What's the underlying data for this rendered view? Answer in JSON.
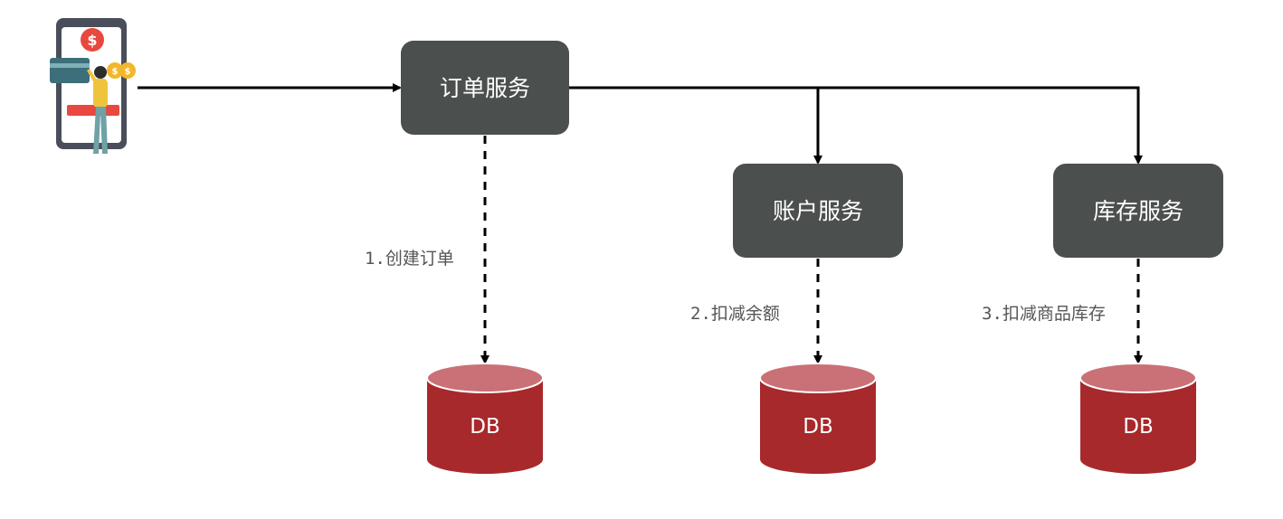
{
  "colors": {
    "service_fill": "#4b4f4e",
    "service_text": "#ffffff",
    "db_body": "#a8292b",
    "db_top": "#c97176",
    "db_rim": "#ffffff",
    "arrow": "#000000",
    "step_text": "#555555"
  },
  "client": {
    "icon": "mobile-payment-user-icon"
  },
  "services": {
    "order": {
      "label": "订单服务"
    },
    "account": {
      "label": "账户服务"
    },
    "inventory": {
      "label": "库存服务"
    }
  },
  "databases": {
    "order": {
      "label": "DB"
    },
    "account": {
      "label": "DB"
    },
    "inventory": {
      "label": "DB"
    }
  },
  "steps": {
    "create_order": {
      "label": "1.创建订单"
    },
    "deduct_balance": {
      "label": "2.扣减余额"
    },
    "deduct_stock": {
      "label": "3.扣减商品库存"
    }
  }
}
